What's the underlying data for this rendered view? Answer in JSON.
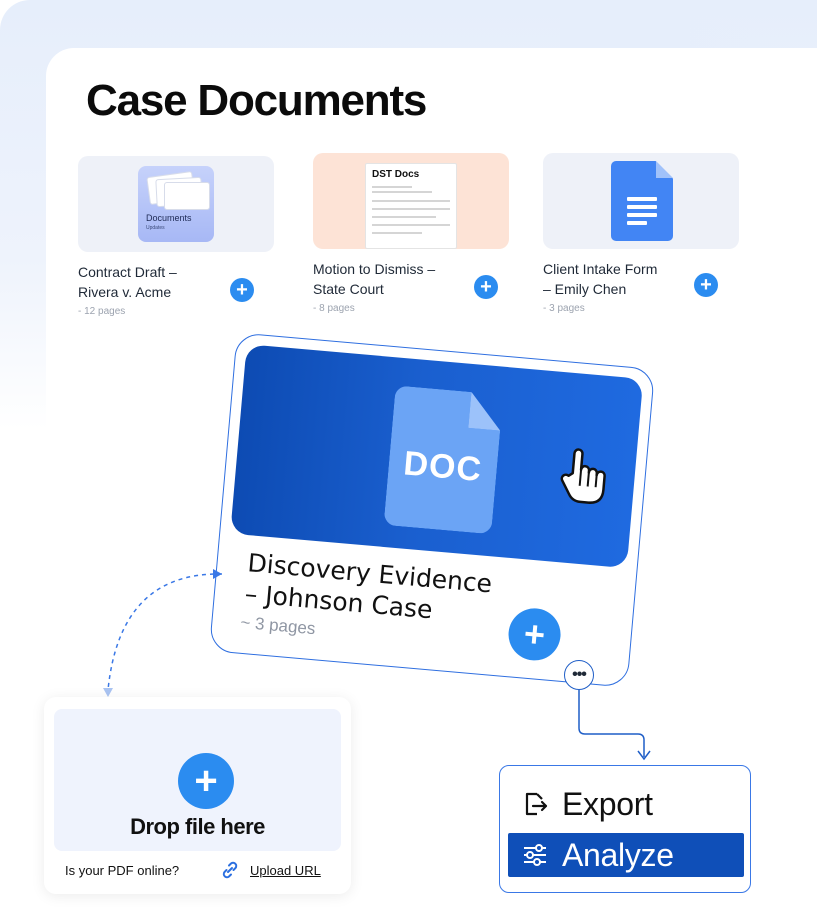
{
  "page": {
    "title": "Case Documents"
  },
  "documents": [
    {
      "name": "Contract Draft –\nRivera v. Acme",
      "meta": "- 12 pages",
      "thumb": "folder",
      "thumb_title": "Documents",
      "thumb_subtitle": "Updates"
    },
    {
      "name": "Motion to Dismiss –\nState Court",
      "meta": "- 8 pages",
      "thumb": "dst",
      "thumb_title": "DST Docs"
    },
    {
      "name": "Client Intake Form\n– Emily Chen",
      "meta": "- 3 pages",
      "thumb": "google-doc"
    }
  ],
  "featured": {
    "file_label": "DOC",
    "name": "Discovery Evidence\n– Johnson Case",
    "meta": "~ 3 pages"
  },
  "dropzone": {
    "label": "Drop file here",
    "question": "Is your PDF online?",
    "link_label": "Upload URL"
  },
  "menu": {
    "items": [
      {
        "label": "Export",
        "icon": "export-icon"
      },
      {
        "label": "Analyze",
        "icon": "sliders-icon"
      }
    ]
  },
  "colors": {
    "accent": "#2b8cf0",
    "dark_blue": "#0f4fb8",
    "banner": "#1a5fcf"
  }
}
